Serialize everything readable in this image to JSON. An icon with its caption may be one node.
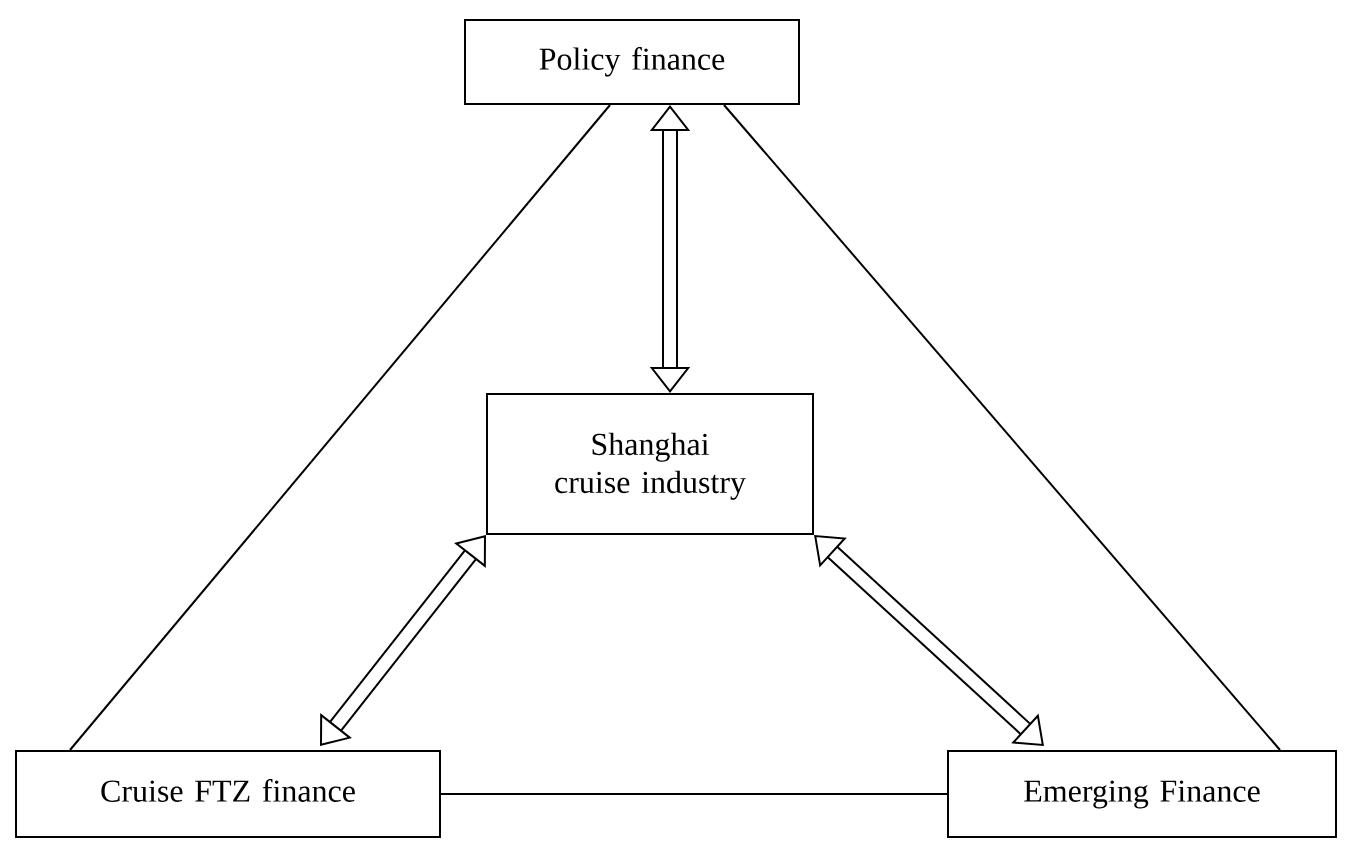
{
  "diagram": {
    "nodes": [
      {
        "text": [
          "Policy finance"
        ]
      },
      {
        "text": [
          "Shanghai cruise industry"
        ]
      },
      {
        "text": [
          "Cruise FTZ finance"
        ]
      },
      {
        "text": [
          "Emerging Finance"
        ]
      }
    ],
    "edges": [
      {
        "from": 0,
        "to": 1,
        "arrow": "both",
        "style": "thick"
      },
      {
        "from": 1,
        "to": 2,
        "arrow": "both",
        "style": "thick"
      },
      {
        "from": 1,
        "to": 3,
        "arrow": "both",
        "style": "thick"
      },
      {
        "from": 0,
        "to": 2,
        "arrow": "none"
      },
      {
        "from": 0,
        "to": 3,
        "arrow": "none"
      },
      {
        "from": 2,
        "to": 3,
        "arrow": "none"
      }
    ]
  }
}
